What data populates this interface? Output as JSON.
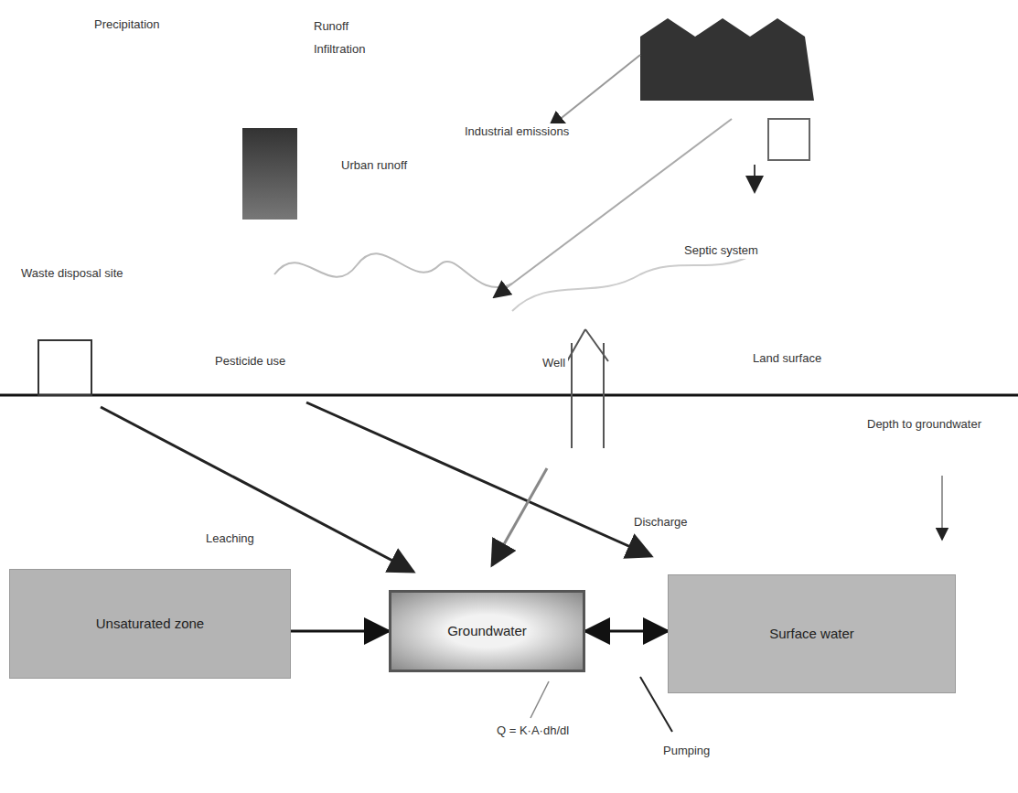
{
  "diagram": {
    "nodes": [
      {
        "text": [
          "Unsaturated zone"
        ]
      },
      {
        "text": [
          "Groundwater"
        ]
      },
      {
        "text": [
          "Surface water"
        ]
      }
    ],
    "edges": [
      {
        "from": 0,
        "to": 1,
        "arrow": "to"
      },
      {
        "from": 1,
        "to": 2,
        "arrow": "both"
      }
    ],
    "labels": [
      "Precipitation",
      "Runoff",
      "Infiltration",
      "Industrial emissions",
      "Urban runoff",
      "Waste disposal site",
      "Pesticide use",
      "Septic system",
      "Well",
      "Land surface",
      "Depth to groundwater",
      "Leaching",
      "Discharge",
      "Pumping",
      "Q = K·A·dh/dl"
    ]
  }
}
